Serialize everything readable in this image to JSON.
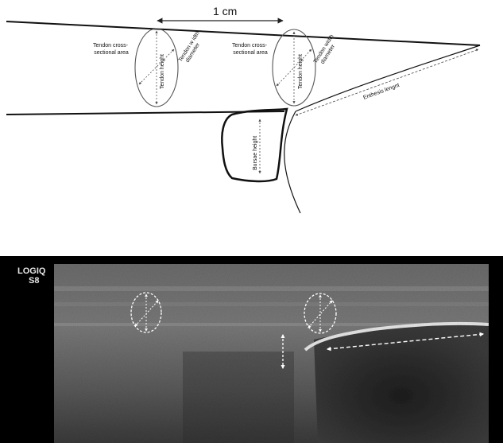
{
  "schematic": {
    "scale_label": "1 cm",
    "labels": {
      "csa_left_line1": "Tendon cross-",
      "csa_left_line2": "sectional area",
      "width_left_line1": "Tendon w idth",
      "width_left_line2": "diameter",
      "height_left": "Tendon height",
      "csa_right_line1": "Tendon cross-",
      "csa_right_line2": "sectional area",
      "height_right": "Tendon height",
      "width_right_line1": "Tendon width",
      "width_right_line2": "diameter",
      "enthesis": "Enthesis lengnt",
      "bursa": "Bursae height"
    }
  },
  "ultrasound": {
    "device_line1": "LOGIQ",
    "device_line2": "S8"
  },
  "colors": {
    "ink": "#111111",
    "annotation": "#ffffff",
    "scan_background": "#000000"
  }
}
